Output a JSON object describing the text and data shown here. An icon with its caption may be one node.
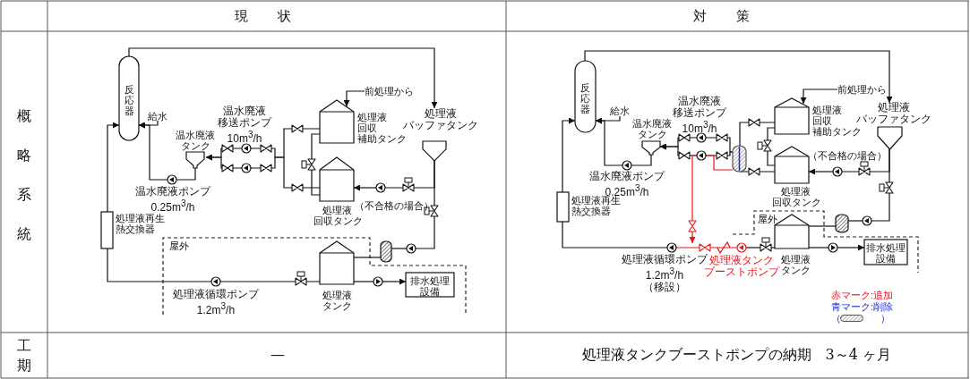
{
  "diagram": {
    "nodes": [
      {
        "text": [
          "反応器"
        ]
      },
      {
        "text": [
          "給水"
        ]
      },
      {
        "text": [
          "温水廃液タンク"
        ]
      },
      {
        "text": [],
        "shape": "circle",
        "beside": [
          "温水廃液ポンプ 0.25m$^{3}$/h"
        ]
      },
      {
        "text": [],
        "shape": "circle",
        "beside": [
          "温水廃液移送ポンプ 10m$^{3}$/h"
        ]
      },
      {
        "text": [],
        "shape": "circle"
      },
      {
        "text": [
          "前処理から"
        ]
      },
      {
        "text": [
          "処理液回収補助タンク"
        ]
      },
      {
        "text": [
          "処理液回収タンク"
        ]
      },
      {
        "text": [
          "処理液バッファタンク"
        ]
      },
      {
        "text": [],
        "shape": "circle"
      },
      {
        "text": [],
        "shape": "cylinder"
      },
      {
        "text": [],
        "shape": "circle"
      },
      {
        "text": [
          "処理液タンク"
        ]
      },
      {
        "text": [
          "処理液再生熱交換器"
        ]
      },
      {
        "text": [],
        "shape": "circle",
        "beside": [
          "処理液循環ポンプ 1.2m$^{3}$/h"
        ]
      },
      {
        "text": [],
        "shape": "circle"
      },
      {
        "text": [
          "排水処理設備"
        ]
      },
      {
        "text": [
          "反応器"
        ]
      },
      {
        "text": [
          "給水"
        ]
      },
      {
        "text": [
          "温水廃液タンク"
        ]
      },
      {
        "text": [],
        "shape": "circle",
        "beside": [
          "温水廃液ポンプ 0.25m$^{3}$/h"
        ]
      },
      {
        "text": [],
        "shape": "circle",
        "beside": [
          "温水廃液移送ポンプ 10m$^{3}$/h"
        ]
      },
      {
        "text": [],
        "shape": "circle"
      },
      {
        "text": [
          "前処理から"
        ]
      },
      {
        "text": [
          "処理液回収補助タンク"
        ]
      },
      {
        "text": [
          "処理液回収タンク"
        ]
      },
      {
        "text": [
          "処理液バッファタンク"
        ]
      },
      {
        "text": [],
        "shape": "circle"
      },
      {
        "text": [],
        "shape": "cylinder"
      },
      {
        "text": [],
        "shape": "circle"
      },
      {
        "text": [
          "処理液タンク"
        ]
      },
      {
        "text": [
          "処理液再生熱交換器"
        ]
      },
      {
        "text": [],
        "shape": "circle",
        "beside": [
          "処理液循環ポンプ 1.2m$^{3}$/h （移設）"
        ]
      },
      {
        "text": [],
        "shape": "circle"
      },
      {
        "text": [
          "排水処理設備"
        ]
      },
      {
        "text": [],
        "shape": "cylinder"
      },
      {
        "text": [],
        "shape": "circle",
        "beside": [
          "処理液タンクブーストポンプ"
        ]
      }
    ],
    "edges": [
      {
        "from": 0,
        "to": 9,
        "arrow": "to"
      },
      {
        "from": 1,
        "to": 0,
        "arrow": "to"
      },
      {
        "from": 2,
        "to": 3,
        "arrow": "none"
      },
      {
        "from": 3,
        "to": 0,
        "arrow": "to"
      },
      {
        "from": 4,
        "to": 2,
        "arrow": "to"
      },
      {
        "from": 5,
        "to": 2,
        "arrow": "to"
      },
      {
        "from": 7,
        "to": 4,
        "arrow": "none"
      },
      {
        "from": 8,
        "to": 5,
        "arrow": "none"
      },
      {
        "from": 7,
        "to": 8,
        "arrow": "none"
      },
      {
        "from": 6,
        "to": 7,
        "arrow": "to"
      },
      {
        "from": 9,
        "to": 10,
        "arrow": "none"
      },
      {
        "from": 10,
        "to": 8,
        "arrow": "to"
      },
      {
        "from": 9,
        "to": 12,
        "arrow": "none"
      },
      {
        "from": 12,
        "to": 11,
        "arrow": "none"
      },
      {
        "from": 11,
        "to": 13,
        "arrow": "none"
      },
      {
        "from": 13,
        "to": 15,
        "arrow": "none"
      },
      {
        "from": 15,
        "to": 14,
        "arrow": "none"
      },
      {
        "from": 14,
        "to": 0,
        "arrow": "to"
      },
      {
        "from": 13,
        "to": 16,
        "arrow": "none"
      },
      {
        "from": 16,
        "to": 17,
        "arrow": "to"
      },
      {
        "from": 18,
        "to": 27,
        "arrow": "to"
      },
      {
        "from": 19,
        "to": 18,
        "arrow": "to"
      },
      {
        "from": 20,
        "to": 21,
        "arrow": "none"
      },
      {
        "from": 21,
        "to": 18,
        "arrow": "to"
      },
      {
        "from": 22,
        "to": 20,
        "arrow": "to"
      },
      {
        "from": 23,
        "to": 20,
        "arrow": "to"
      },
      {
        "from": 25,
        "to": 36,
        "arrow": "none"
      },
      {
        "from": 26,
        "to": 36,
        "arrow": "none"
      },
      {
        "from": 36,
        "to": 22,
        "arrow": "none"
      },
      {
        "from": 36,
        "to": 23,
        "arrow": "none"
      },
      {
        "from": 25,
        "to": 26,
        "arrow": "none"
      },
      {
        "from": 24,
        "to": 25,
        "arrow": "to"
      },
      {
        "from": 27,
        "to": 28,
        "arrow": "none"
      },
      {
        "from": 28,
        "to": 26,
        "arrow": "to"
      },
      {
        "from": 27,
        "to": 30,
        "arrow": "none"
      },
      {
        "from": 30,
        "to": 29,
        "arrow": "none"
      },
      {
        "from": 29,
        "to": 31,
        "arrow": "none"
      },
      {
        "from": 31,
        "to": 37,
        "arrow": "none"
      },
      {
        "from": 37,
        "to": 33,
        "arrow": "none",
        "color": "#e8141c"
      },
      {
        "from": 33,
        "to": 32,
        "arrow": "none"
      },
      {
        "from": 32,
        "to": 18,
        "arrow": "to"
      },
      {
        "from": 31,
        "to": 34,
        "arrow": "none"
      },
      {
        "from": 34,
        "to": 35,
        "arrow": "to"
      },
      {
        "from": 23,
        "to": 36,
        "arrow": "none",
        "color": "#e8141c"
      },
      {
        "from": 23,
        "to": 33,
        "arrow": "to",
        "color": "#e8141c"
      }
    ],
    "labels": [
      "現状",
      "対策",
      "概略系統",
      "屋外",
      "（不合格の場合）",
      "（不合格の場合）",
      "屋外",
      "赤マーク:追加",
      "青マーク:削除",
      "（　　　　）",
      "工期",
      "—",
      "処理液タンクブーストポンプの納期　3～4 ヶ月"
    ]
  }
}
